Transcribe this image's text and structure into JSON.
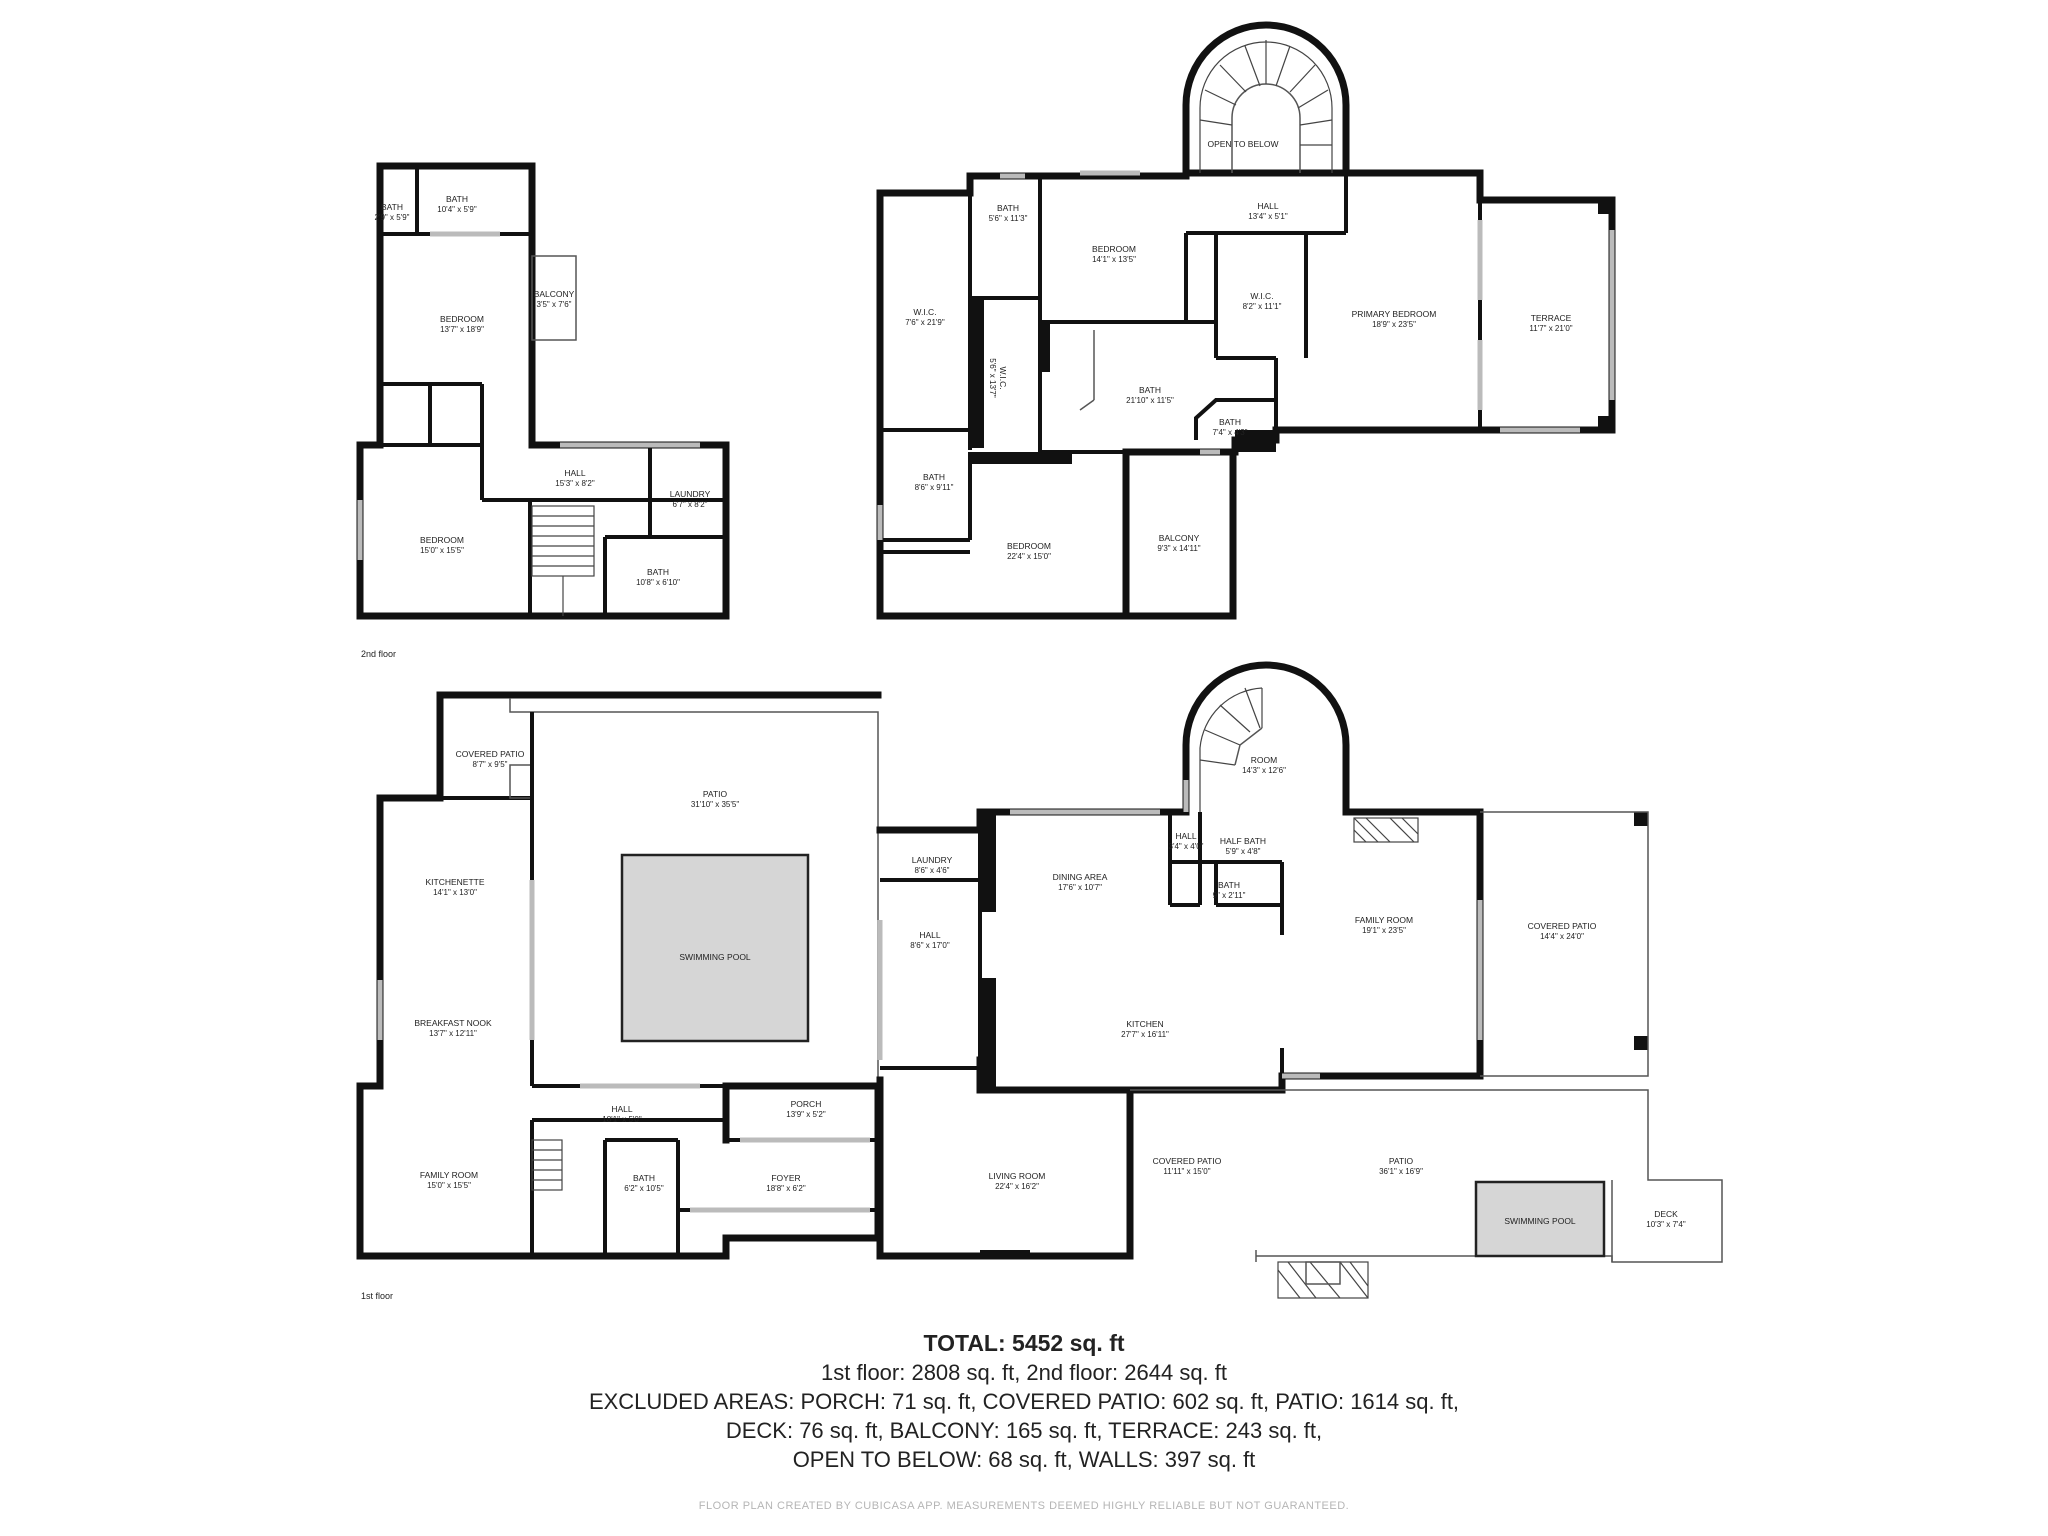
{
  "floors": [
    {
      "label": "2nd floor",
      "rooms": [
        {
          "name": "BATH",
          "dims": "10'4\" x 5'9\""
        },
        {
          "name": "BATH",
          "dims": "2'9\" x 5'9\""
        },
        {
          "name": "BEDROOM",
          "dims": "13'7\" x 18'9\""
        },
        {
          "name": "BALCONY",
          "dims": "3'5\" x 7'6\""
        },
        {
          "name": "HALL",
          "dims": "15'3\" x 8'2\""
        },
        {
          "name": "LAUNDRY",
          "dims": "6'7\" x 8'2\""
        },
        {
          "name": "BEDROOM",
          "dims": "15'0\" x 15'5\""
        },
        {
          "name": "BATH",
          "dims": "10'8\" x 6'10\""
        },
        {
          "name": "W.I.C.",
          "dims": "7'6\" x 21'9\""
        },
        {
          "name": "BATH",
          "dims": "5'6\" x 11'3\""
        },
        {
          "name": "BEDROOM",
          "dims": "14'1\" x 13'5\""
        },
        {
          "name": "OPEN TO BELOW",
          "dims": ""
        },
        {
          "name": "HALL",
          "dims": "13'4\" x 5'1\""
        },
        {
          "name": "W.I.C.",
          "dims": "8'2\" x 11'1\""
        },
        {
          "name": "PRIMARY BEDROOM",
          "dims": "18'9\" x 23'5\""
        },
        {
          "name": "TERRACE",
          "dims": "11'7\" x 21'0\""
        },
        {
          "name": "W.I.C.",
          "dims": "5'6\" x 13'7\""
        },
        {
          "name": "BATH",
          "dims": "21'10\" x 11'5\""
        },
        {
          "name": "BATH",
          "dims": "7'4\" x 4'3\""
        },
        {
          "name": "BATH",
          "dims": "8'6\" x 9'11\""
        },
        {
          "name": "BEDROOM",
          "dims": "22'4\" x 15'0\""
        },
        {
          "name": "BALCONY",
          "dims": "9'3\" x 14'11\""
        }
      ]
    },
    {
      "label": "1st floor",
      "rooms": [
        {
          "name": "COVERED PATIO",
          "dims": "8'7\" x 9'5\""
        },
        {
          "name": "PATIO",
          "dims": "31'10\" x 35'5\""
        },
        {
          "name": "SWIMMING POOL",
          "dims": ""
        },
        {
          "name": "KITCHENETTE",
          "dims": "14'1\" x 13'0\""
        },
        {
          "name": "BREAKFAST NOOK",
          "dims": "13'7\" x 12'11\""
        },
        {
          "name": "HALL",
          "dims": "18'1\" x 5'0\""
        },
        {
          "name": "FAMILY ROOM",
          "dims": "15'0\" x 15'5\""
        },
        {
          "name": "BATH",
          "dims": "6'2\" x 10'5\""
        },
        {
          "name": "PORCH",
          "dims": "13'9\" x 5'2\""
        },
        {
          "name": "FOYER",
          "dims": "18'8\" x 6'2\""
        },
        {
          "name": "LAUNDRY",
          "dims": "8'6\" x 4'6\""
        },
        {
          "name": "HALL",
          "dims": "8'6\" x 17'0\""
        },
        {
          "name": "DINING AREA",
          "dims": "17'6\" x 10'7\""
        },
        {
          "name": "KITCHEN",
          "dims": "27'7\" x 16'11\""
        },
        {
          "name": "LIVING ROOM",
          "dims": "22'4\" x 16'2\""
        },
        {
          "name": "ROOM",
          "dims": "14'3\" x 12'6\""
        },
        {
          "name": "HALL",
          "dims": "3'4\" x 4'0\""
        },
        {
          "name": "HALF BATH",
          "dims": "5'9\" x 4'8\""
        },
        {
          "name": "BATH",
          "dims": "9\" x 2'11\""
        },
        {
          "name": "FAMILY ROOM",
          "dims": "19'1\" x 23'5\""
        },
        {
          "name": "COVERED PATIO",
          "dims": "14'4\" x 24'0\""
        },
        {
          "name": "COVERED PATIO",
          "dims": "11'11\" x 15'0\""
        },
        {
          "name": "PATIO",
          "dims": "36'1\" x 16'9\""
        },
        {
          "name": "SWIMMING POOL",
          "dims": ""
        },
        {
          "name": "DECK",
          "dims": "10'3\" x 7'4\""
        }
      ]
    }
  ],
  "summary": {
    "total": "TOTAL: 5452 sq. ft",
    "lines": [
      "1st floor: 2808 sq. ft, 2nd floor: 2644 sq. ft",
      "EXCLUDED AREAS: PORCH: 71 sq. ft, COVERED PATIO: 602 sq. ft, PATIO: 1614 sq. ft,",
      "DECK: 76 sq. ft, BALCONY: 165 sq. ft, TERRACE: 243 sq. ft,",
      "OPEN TO BELOW: 68 sq. ft, WALLS: 397 sq. ft"
    ]
  },
  "footer": "FLOOR PLAN CREATED BY CUBICASA APP. MEASUREMENTS DEEMED HIGHLY RELIABLE BUT NOT GUARANTEED."
}
